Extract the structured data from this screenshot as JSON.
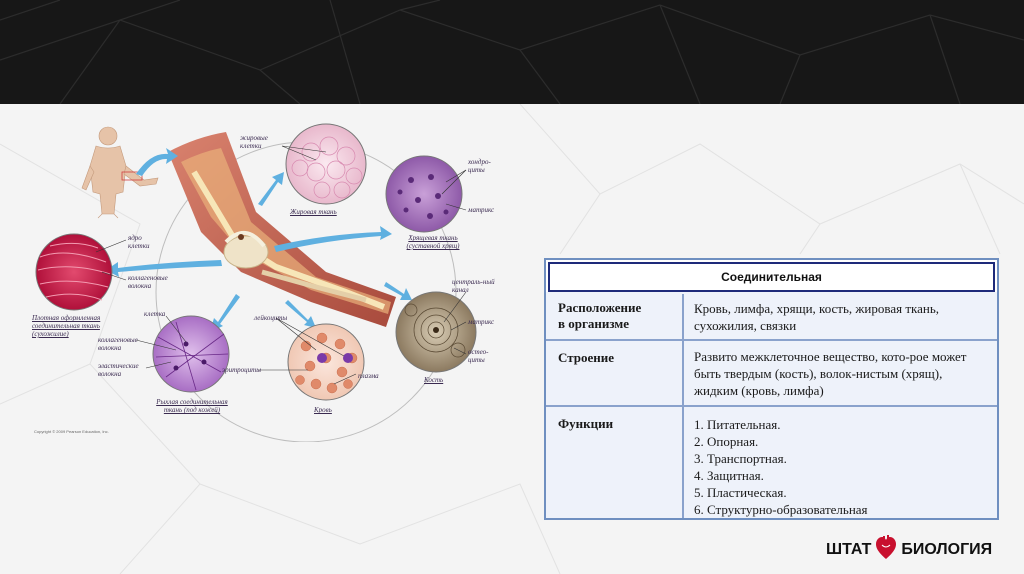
{
  "figure": {
    "labels": {
      "fat_cells": "жировые клетки",
      "fat_tissue": "Жировая ткань",
      "chondrocytes": "хондро-циты",
      "matrix": "матрикс",
      "cartilage": "Хрящевая ткань (суставной хрящ)",
      "nucleus": "ядро клетки",
      "collagen_fibers_1": "коллагеновые волокна",
      "dense_tissue": "Плотная оформленная соединительная ткань (сухожилие)",
      "cell": "клетка",
      "collagen_fibers_2": "коллагеновые волокна",
      "elastic_fibers": "эластические волокна",
      "loose_tissue": "Рыхлая соединительная ткань (под кожей)",
      "leukocytes": "лейкоциты",
      "erythrocytes": "эритроциты",
      "plasma": "плазма",
      "blood": "Кровь",
      "central_canal": "централь-ный канал",
      "bone_matrix": "матрикс",
      "osteocytes": "остео-циты",
      "bone": "Кость"
    },
    "copyright": "Copyright © 2009 Pearson Education, Inc."
  },
  "table": {
    "title": "Соединительная",
    "rows": [
      {
        "label": "Расположение\nв организме",
        "text": "Кровь, лимфа, хрящи, кость, жировая ткань, сухожилия, связки"
      },
      {
        "label": "Строение",
        "text": "Развито межклеточное вещество, кото-рое может быть твердым (кость), волок-нистым (хрящ), жидким (кровь, лимфа)"
      },
      {
        "label": "Функции",
        "text": "1. Питательная.\n2. Опорная.\n3. Транспортная.\n4. Защитная.\n5. Пластическая.\n6. Структурно-образовательная"
      }
    ]
  },
  "logo": {
    "left": "ШТАТ",
    "right": "БИОЛОГИЯ",
    "icon": "heart-icon"
  },
  "colors": {
    "top_band": "#171717",
    "table_border": "#1e2a7a",
    "accent_red": "#c8102e",
    "arrow_blue": "#5fb0e0"
  }
}
